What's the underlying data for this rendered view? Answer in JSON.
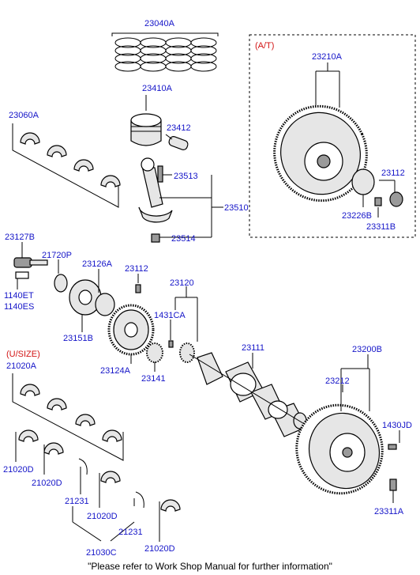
{
  "labels": {
    "piston_ring_set": "23040A",
    "piston_assembly": "23410A",
    "piston_pin": "23412",
    "connecting_rod_bearing_set": "23060A",
    "connecting_rod_bolt": "23513",
    "connecting_rod_assembly": "23510",
    "connecting_rod_nut": "23514",
    "at_flywheel_group": "23210A",
    "at_flywheel_pin": "23112",
    "at_flywheel_plate": "23226B",
    "at_flywheel_bolt": "23311B",
    "pulley_bolt": "23127B",
    "front_seal": "21720P",
    "washer": "23126A",
    "key_pin": "23112",
    "bolt_et": "1140ET",
    "bolt_es": "1140ES",
    "crank_pulley_hub": "23151B",
    "damper_pulley": "23124A",
    "timing_group": "23120",
    "woodruff_key": "1431CA",
    "crank_sprocket": "23141",
    "crankshaft": "23111",
    "main_bearing_set": "21020A",
    "bearing_upper_1": "21020D",
    "bearing_upper_2": "21020D",
    "bearing_lower_1": "21020D",
    "bearing_lower_2": "21020D",
    "thrust_washer_1": "21231",
    "thrust_washer_2": "21231",
    "thrust_bearing_set": "21030C",
    "mt_flywheel_group": "23200B",
    "ring_gear": "23212",
    "mt_pin": "1430JD",
    "mt_flywheel_bolt": "23311A"
  },
  "at_box_title": "(A/T)",
  "usize_title": "(U/SIZE)",
  "footer_note": "\"Please refer to Work Shop Manual for further information\"",
  "colors": {
    "label_blue": "#1414c8",
    "label_red": "#d21414"
  }
}
